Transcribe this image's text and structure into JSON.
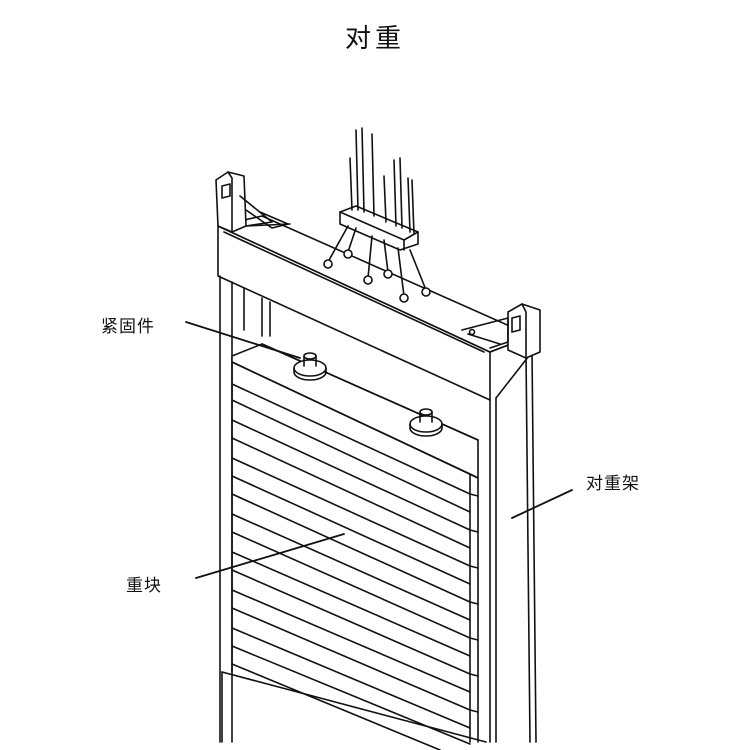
{
  "title": "对重",
  "labels": {
    "fastener": "紧固件",
    "frame": "对重架",
    "block": "重块"
  }
}
